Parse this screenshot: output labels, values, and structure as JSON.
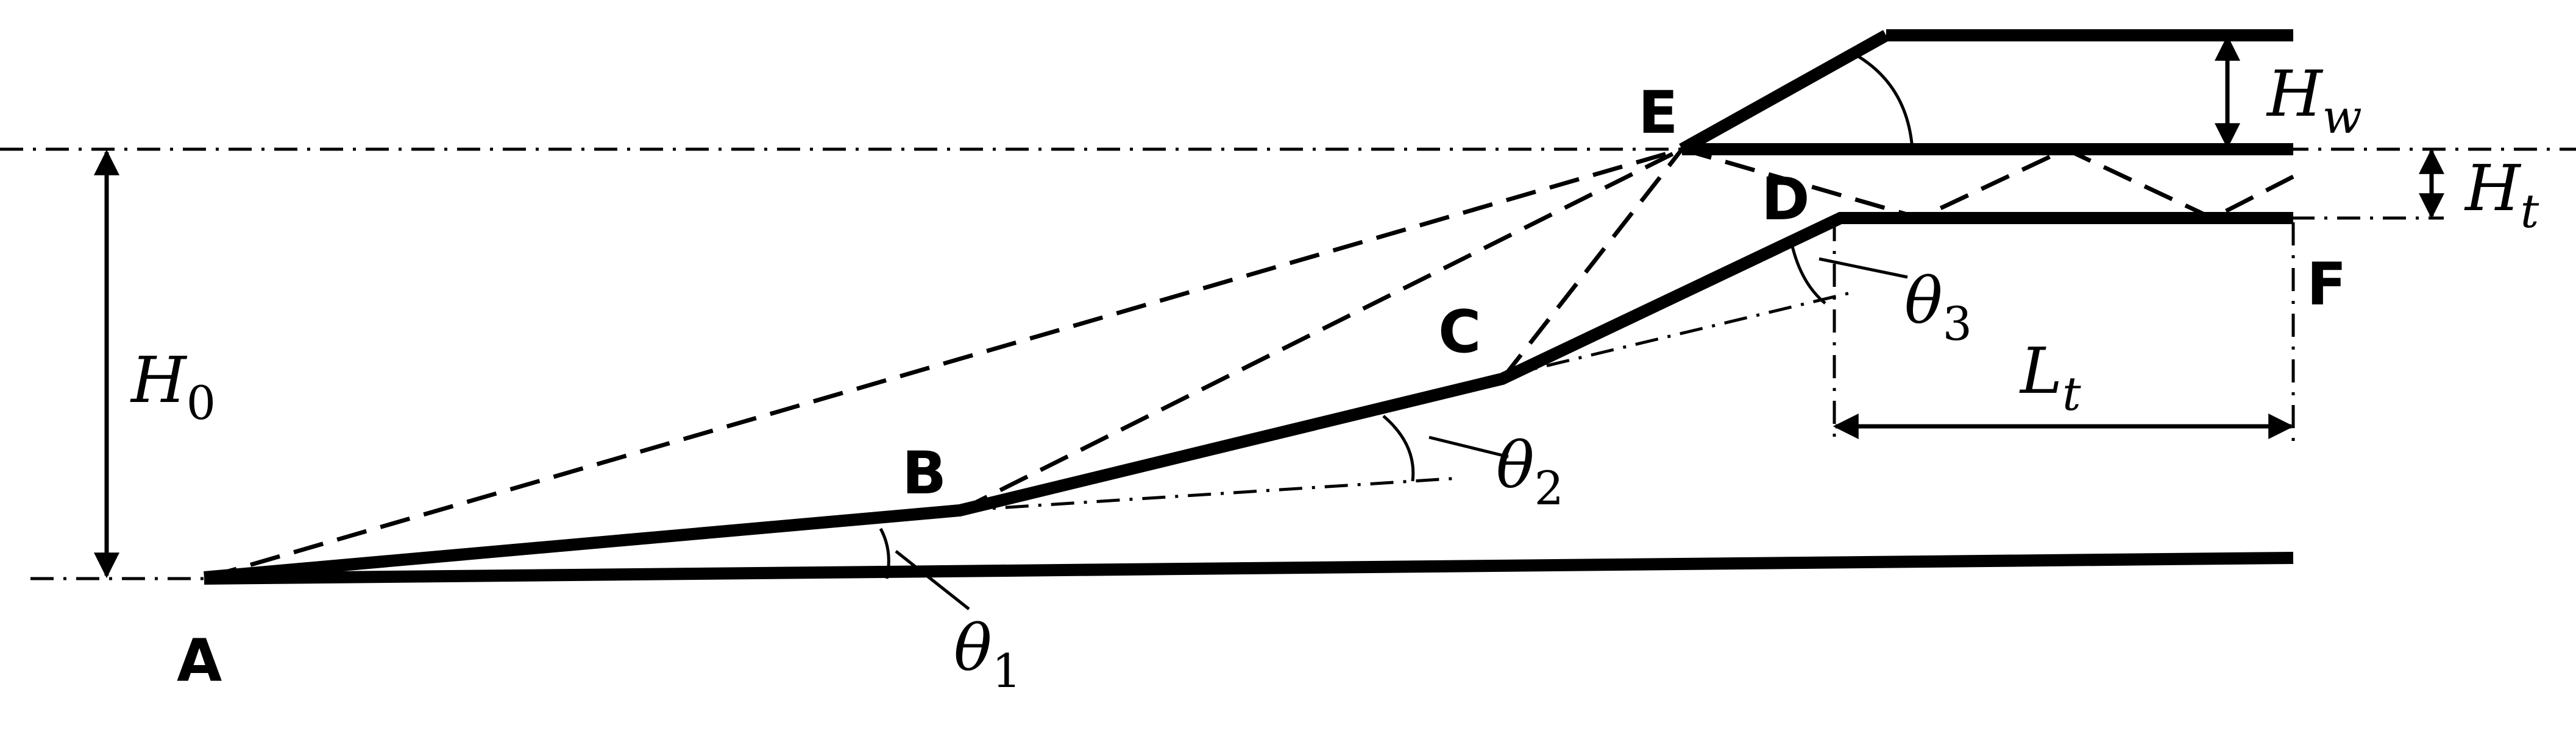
{
  "points": {
    "a": "A",
    "b": "B",
    "c": "C",
    "d": "D",
    "e": "E",
    "f": "F"
  },
  "angles": {
    "theta1": {
      "base": "θ",
      "sub": "1"
    },
    "theta2": {
      "base": "θ",
      "sub": "2"
    },
    "theta3": {
      "base": "θ",
      "sub": "3"
    }
  },
  "dimensions": {
    "h0": {
      "base": "H",
      "sub": "0"
    },
    "hw": {
      "base": "H",
      "sub": "w"
    },
    "ht": {
      "base": "H",
      "sub": "t"
    },
    "lt": {
      "base": "L",
      "sub": "t"
    }
  }
}
